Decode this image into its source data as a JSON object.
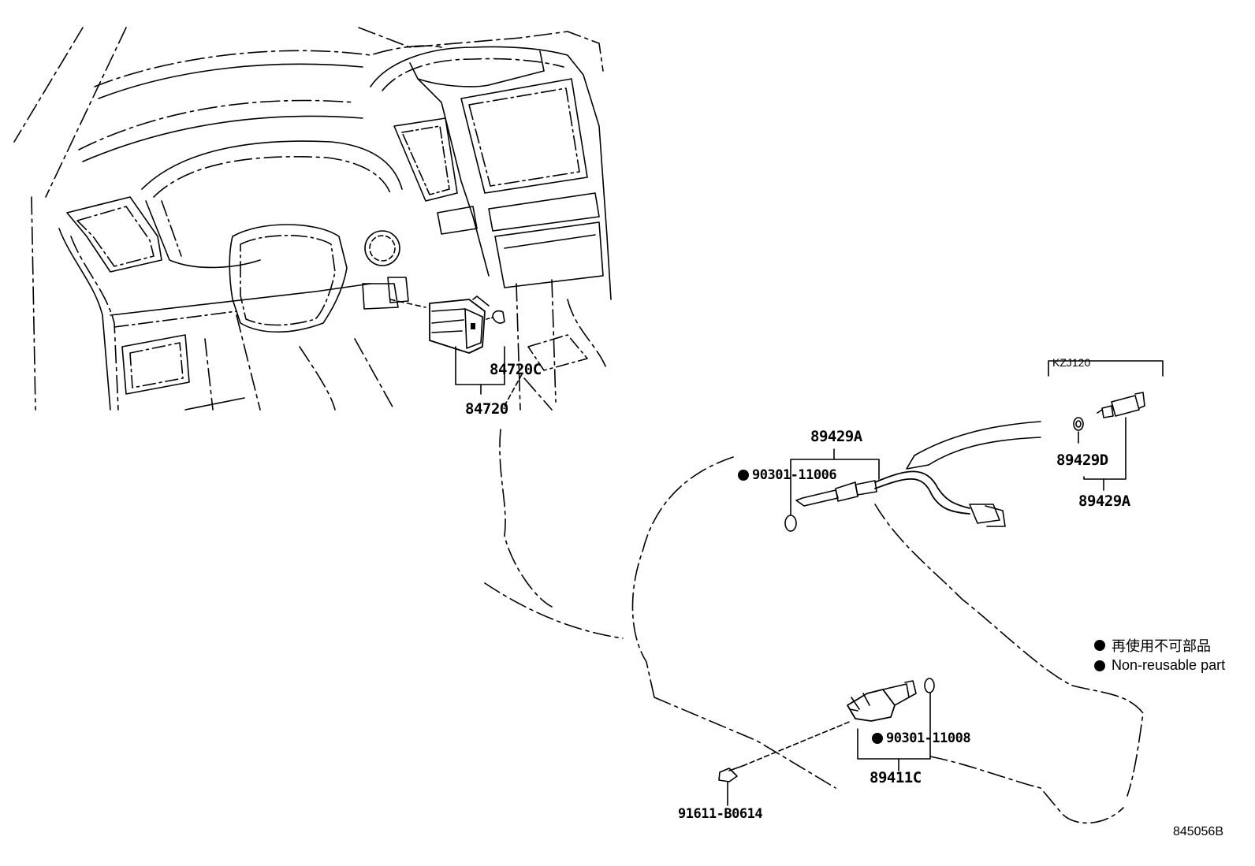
{
  "labels": {
    "p84720c": "84720C",
    "p84720": "84720",
    "p89429a_main": "89429A",
    "p90301_11006": "90301-11006",
    "p89429d": "89429D",
    "p89429a_kzj": "89429A",
    "p90301_11008": "90301-11008",
    "p89411c": "89411C",
    "p91611": "91611-B0614",
    "kzj120": "KZJ120"
  },
  "legend": {
    "jp": "再使用不可部品",
    "en": "Non-reusable part"
  },
  "reference": "845056B"
}
